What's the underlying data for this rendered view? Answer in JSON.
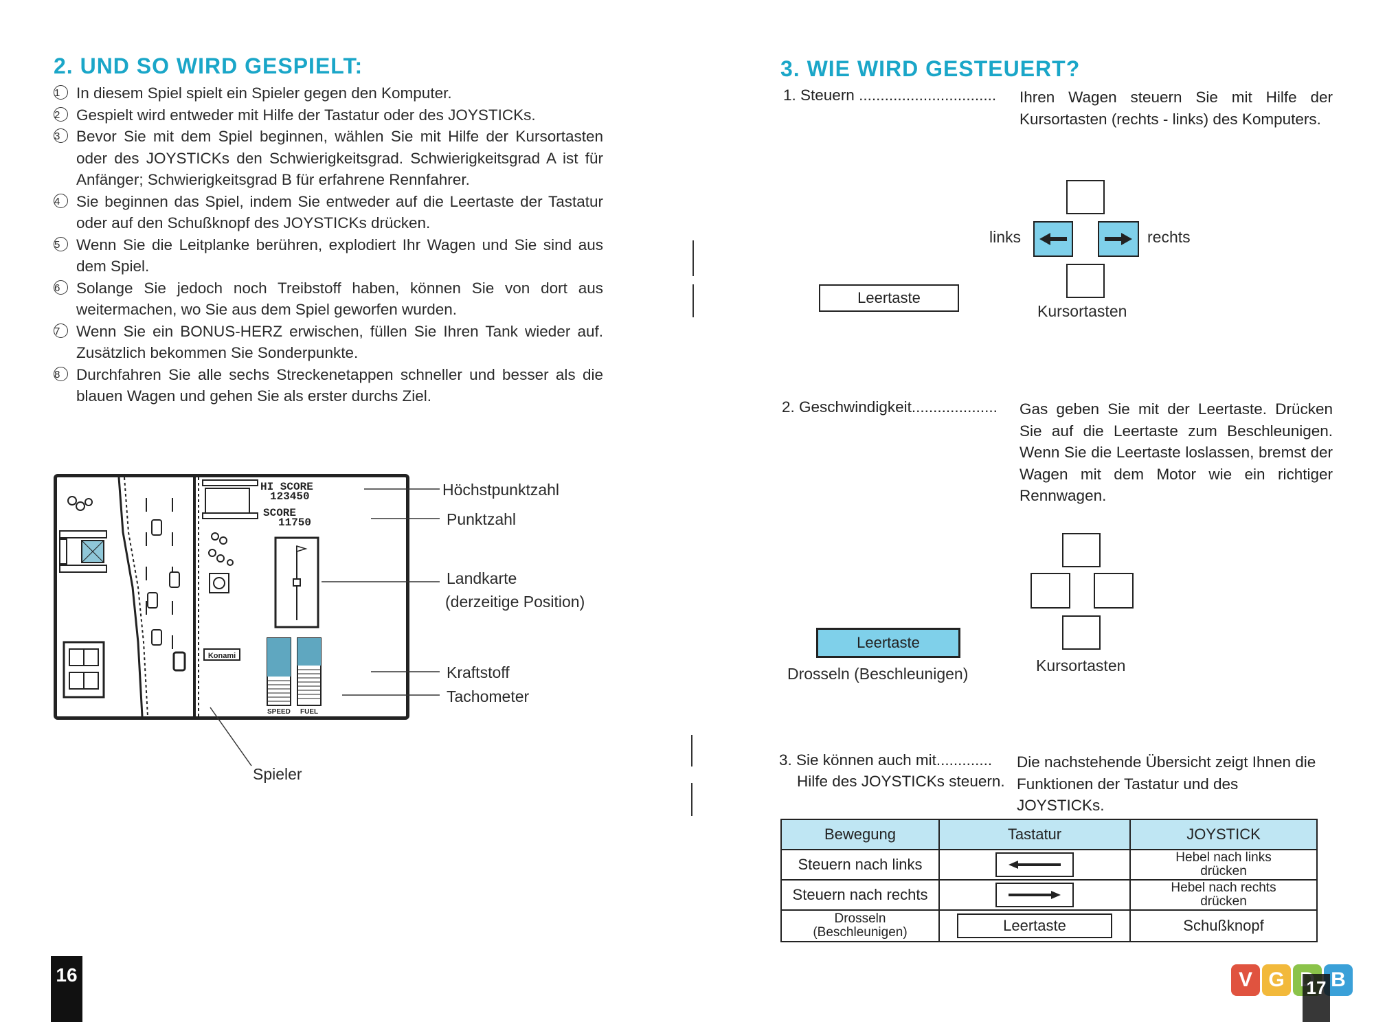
{
  "left": {
    "heading": "2. UND SO WIRD GESPIELT:",
    "rules": [
      {
        "num": "1",
        "text": "In diesem Spiel spielt ein Spieler gegen den Komputer."
      },
      {
        "num": "2",
        "text": "Gespielt wird entweder mit Hilfe der Tastatur oder des JOYSTICKs."
      },
      {
        "num": "3",
        "text": "Bevor Sie mit dem Spiel beginnen, wählen Sie mit Hilfe der Kursortasten oder des JOYSTICKs den Schwierigkeitsgrad. Schwierigkeitsgrad A ist für Anfänger; Schwierigkeitsgrad B für erfahrene Rennfahrer."
      },
      {
        "num": "4",
        "text": "Sie beginnen das Spiel, indem Sie entweder auf die Leertaste der Tastatur oder auf den Schußknopf des JOYSTICKs drücken."
      },
      {
        "num": "5",
        "text": "Wenn Sie die Leitplanke berühren, explodiert Ihr Wagen und Sie sind aus dem Spiel."
      },
      {
        "num": "6",
        "text": "Solange Sie jedoch noch Treibstoff haben, können Sie von dort aus weitermachen, wo Sie aus dem Spiel geworfen wurden."
      },
      {
        "num": "7",
        "text": "Wenn Sie ein BONUS-HERZ erwischen, füllen Sie Ihren Tank wieder auf. Zusätzlich bekommen Sie Sonderpunkte."
      },
      {
        "num": "8",
        "text": "Durchfahren Sie alle sechs Streckenetappen schneller und besser als die blauen Wagen und gehen Sie als erster durchs Ziel."
      }
    ],
    "screen": {
      "hiscore_label": "HI SCORE",
      "hiscore_value": "123450",
      "score_label": "SCORE",
      "score_value": "11750",
      "speed_label": "SPEED",
      "fuel_label": "FUEL",
      "brand": "Konami"
    },
    "callouts": {
      "hiscore": "Höchstpunktzahl",
      "score": "Punktzahl",
      "map1": "Landkarte",
      "map2": "(derzeitige Position)",
      "fuel": "Kraftstoff",
      "tacho": "Tachometer",
      "player": "Spieler"
    },
    "page_number": "16"
  },
  "right": {
    "heading": "3. WIE WIRD GESTEUERT?",
    "s1": {
      "label": "1. Steuern ................................",
      "text": "Ihren Wagen steuern Sie mit Hilfe der Kursortasten (rechts - links) des Komputers.",
      "links": "links",
      "rechts": "rechts",
      "space": "Leertaste",
      "cursor": "Kursortasten"
    },
    "s2": {
      "label": "2. Geschwindigkeit....................",
      "text": "Gas geben Sie mit der Leertaste. Drücken Sie auf die Leertaste zum Beschleunigen. Wenn Sie die Leertaste loslassen, bremst der Wagen mit dem Motor wie ein richtiger Rennwagen.",
      "space": "Leertaste",
      "throttle": "Drosseln (Beschleunigen)",
      "cursor": "Kursortasten"
    },
    "s3": {
      "label1": "3. Sie können auch mit.............",
      "label2": "Hilfe des JOYSTICKs steuern.",
      "text": "Die nachstehende Übersicht zeigt Ihnen die Funktionen der Tastatur und des JOYSTICKs."
    },
    "table": {
      "headers": [
        "Bewegung",
        "Tastatur",
        "JOYSTICK"
      ],
      "row1": {
        "move": "Steuern nach links",
        "joy": "Hebel nach links drücken"
      },
      "row2": {
        "move": "Steuern nach rechts",
        "joy": "Hebel nach rechts drücken"
      },
      "row3": {
        "move": "Drosseln (Beschleunigen)",
        "key": "Leertaste",
        "joy": "Schußknopf"
      }
    },
    "page_number": "17",
    "watermark": [
      "V",
      "G",
      "D",
      "B"
    ]
  },
  "colors": {
    "heading": "#1aa6c8",
    "key_blue": "#7fd0ea",
    "table_header": "#bfe6f3"
  }
}
